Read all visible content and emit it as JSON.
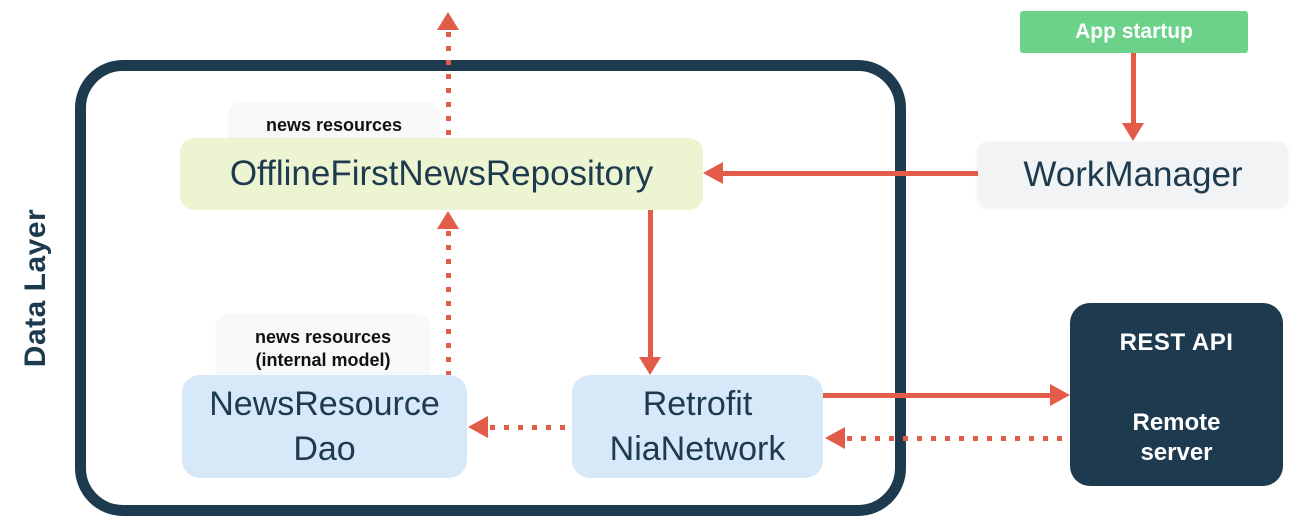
{
  "colors": {
    "navy": "#1e3a4f",
    "red": "#e25c49",
    "green": "#6cd189",
    "yellow": "#edf4d2",
    "blue": "#d7e9f9",
    "gray": "#f1f3f4"
  },
  "data_layer": {
    "label": "Data Layer"
  },
  "nodes": {
    "repository": {
      "label": "OfflineFirstNewsRepository",
      "tag": "news resources"
    },
    "dao": {
      "lines": [
        "NewsResource",
        "Dao"
      ],
      "tag_lines": [
        "news resources",
        "(internal model)"
      ]
    },
    "network": {
      "lines": [
        "Retrofit",
        "NiaNetwork"
      ]
    },
    "workmanager": {
      "label": "WorkManager"
    },
    "app_startup": {
      "label": "App startup"
    },
    "remote": {
      "title": "REST API",
      "subtitle_lines": [
        "Remote",
        "server"
      ]
    }
  },
  "edges": [
    {
      "from": "NewsResourceDao",
      "to": "OfflineFirstNewsRepository",
      "style": "dotted",
      "direction": "up"
    },
    {
      "from": "OfflineFirstNewsRepository",
      "to": "ui-layer",
      "style": "dotted",
      "direction": "up"
    },
    {
      "from": "OfflineFirstNewsRepository",
      "to": "RetrofitNiaNetwork",
      "style": "solid",
      "direction": "down"
    },
    {
      "from": "WorkManager",
      "to": "OfflineFirstNewsRepository",
      "style": "solid",
      "direction": "left"
    },
    {
      "from": "App startup",
      "to": "WorkManager",
      "style": "solid",
      "direction": "down"
    },
    {
      "from": "RetrofitNiaNetwork",
      "to": "REST API",
      "style": "solid",
      "direction": "right"
    },
    {
      "from": "REST API",
      "to": "RetrofitNiaNetwork",
      "style": "dotted",
      "direction": "left"
    },
    {
      "from": "RetrofitNiaNetwork",
      "to": "NewsResourceDao",
      "style": "dotted",
      "direction": "left"
    }
  ]
}
